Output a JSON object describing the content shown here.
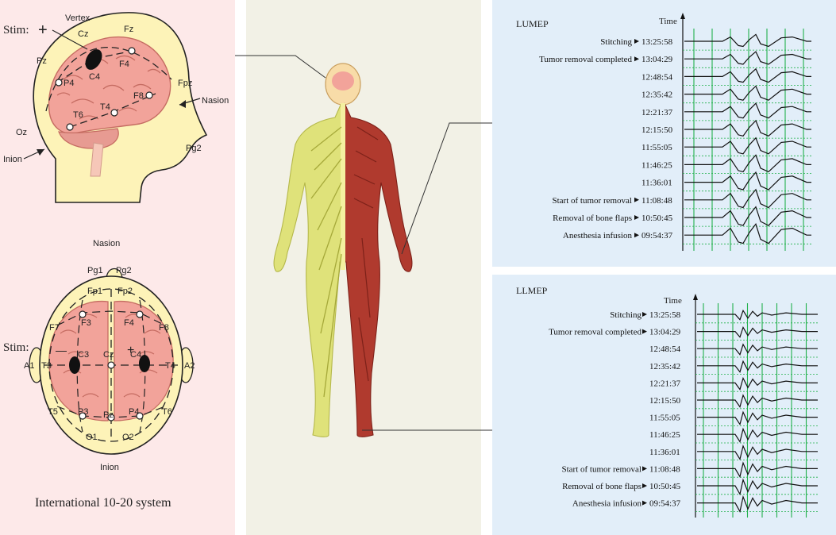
{
  "left_panel": {
    "stim_side_label": "Stim:",
    "stim_side_symbol": "+",
    "vertex_label": "Vertex",
    "nasion_side_label": "Nasion",
    "inion_side_label": "Inion",
    "side_electrodes": [
      "Cz",
      "Fz",
      "Pz",
      "F4",
      "C4",
      "P4",
      "Fpz",
      "F8",
      "T4",
      "T6",
      "Oz",
      "Pg2"
    ],
    "top_nasion_label": "Nasion",
    "top_inion_label": "Inion",
    "stim_top_label": "Stim:",
    "stim_top_minus": "—",
    "stim_top_plus": "+",
    "top_electrodes": [
      "Pg1",
      "Pg2",
      "Fp1",
      "Fp2",
      "F7",
      "F3",
      "F4",
      "F8",
      "A1",
      "T3",
      "C3",
      "Cz",
      "C4",
      "T4",
      "A2",
      "T5",
      "P3",
      "Pz",
      "P4",
      "T6",
      "O1",
      "O2"
    ],
    "caption": "International 10-20 system"
  },
  "colors": {
    "left_bg": "#fde9e9",
    "middle_bg": "#f2f1e6",
    "right_bg": "#e2eef9",
    "grid_green": "#22b14c",
    "head_fill": "#fdf3b8",
    "brain_pink": "#f2a39a",
    "nerve_yellow": "#dfe27a",
    "muscle_red": "#b03a2e"
  },
  "lumep": {
    "title": "LUMEP",
    "time_label": "Time",
    "times": [
      "13:25:58",
      "13:04:29",
      "12:48:54",
      "12:35:42",
      "12:21:37",
      "12:15:50",
      "11:55:05",
      "11:46:25",
      "11:36:01",
      "11:08:48",
      "10:50:45",
      "09:54:37"
    ],
    "events": [
      {
        "label": "Stitching",
        "row": 0
      },
      {
        "label": "Tumor removal completed",
        "row": 1
      },
      {
        "label": "Start of tumor removal",
        "row": 9
      },
      {
        "label": "Removal of bone flaps",
        "row": 10
      },
      {
        "label": "Anesthesia infusion",
        "row": 11
      }
    ]
  },
  "llmep": {
    "title": "LLMEP",
    "time_label": "Time",
    "times": [
      "13:25:58",
      "13:04:29",
      "12:48:54",
      "12:35:42",
      "12:21:37",
      "12:15:50",
      "11:55:05",
      "11:46:25",
      "11:36:01",
      "11:08:48",
      "10:50:45",
      "09:54:37"
    ],
    "events": [
      {
        "label": "Stitching",
        "row": 0
      },
      {
        "label": "Tumor removal completed",
        "row": 1
      },
      {
        "label": "Start of tumor removal",
        "row": 9
      },
      {
        "label": "Removal of bone flaps",
        "row": 10
      },
      {
        "label": "Anesthesia infusion",
        "row": 11
      }
    ]
  }
}
